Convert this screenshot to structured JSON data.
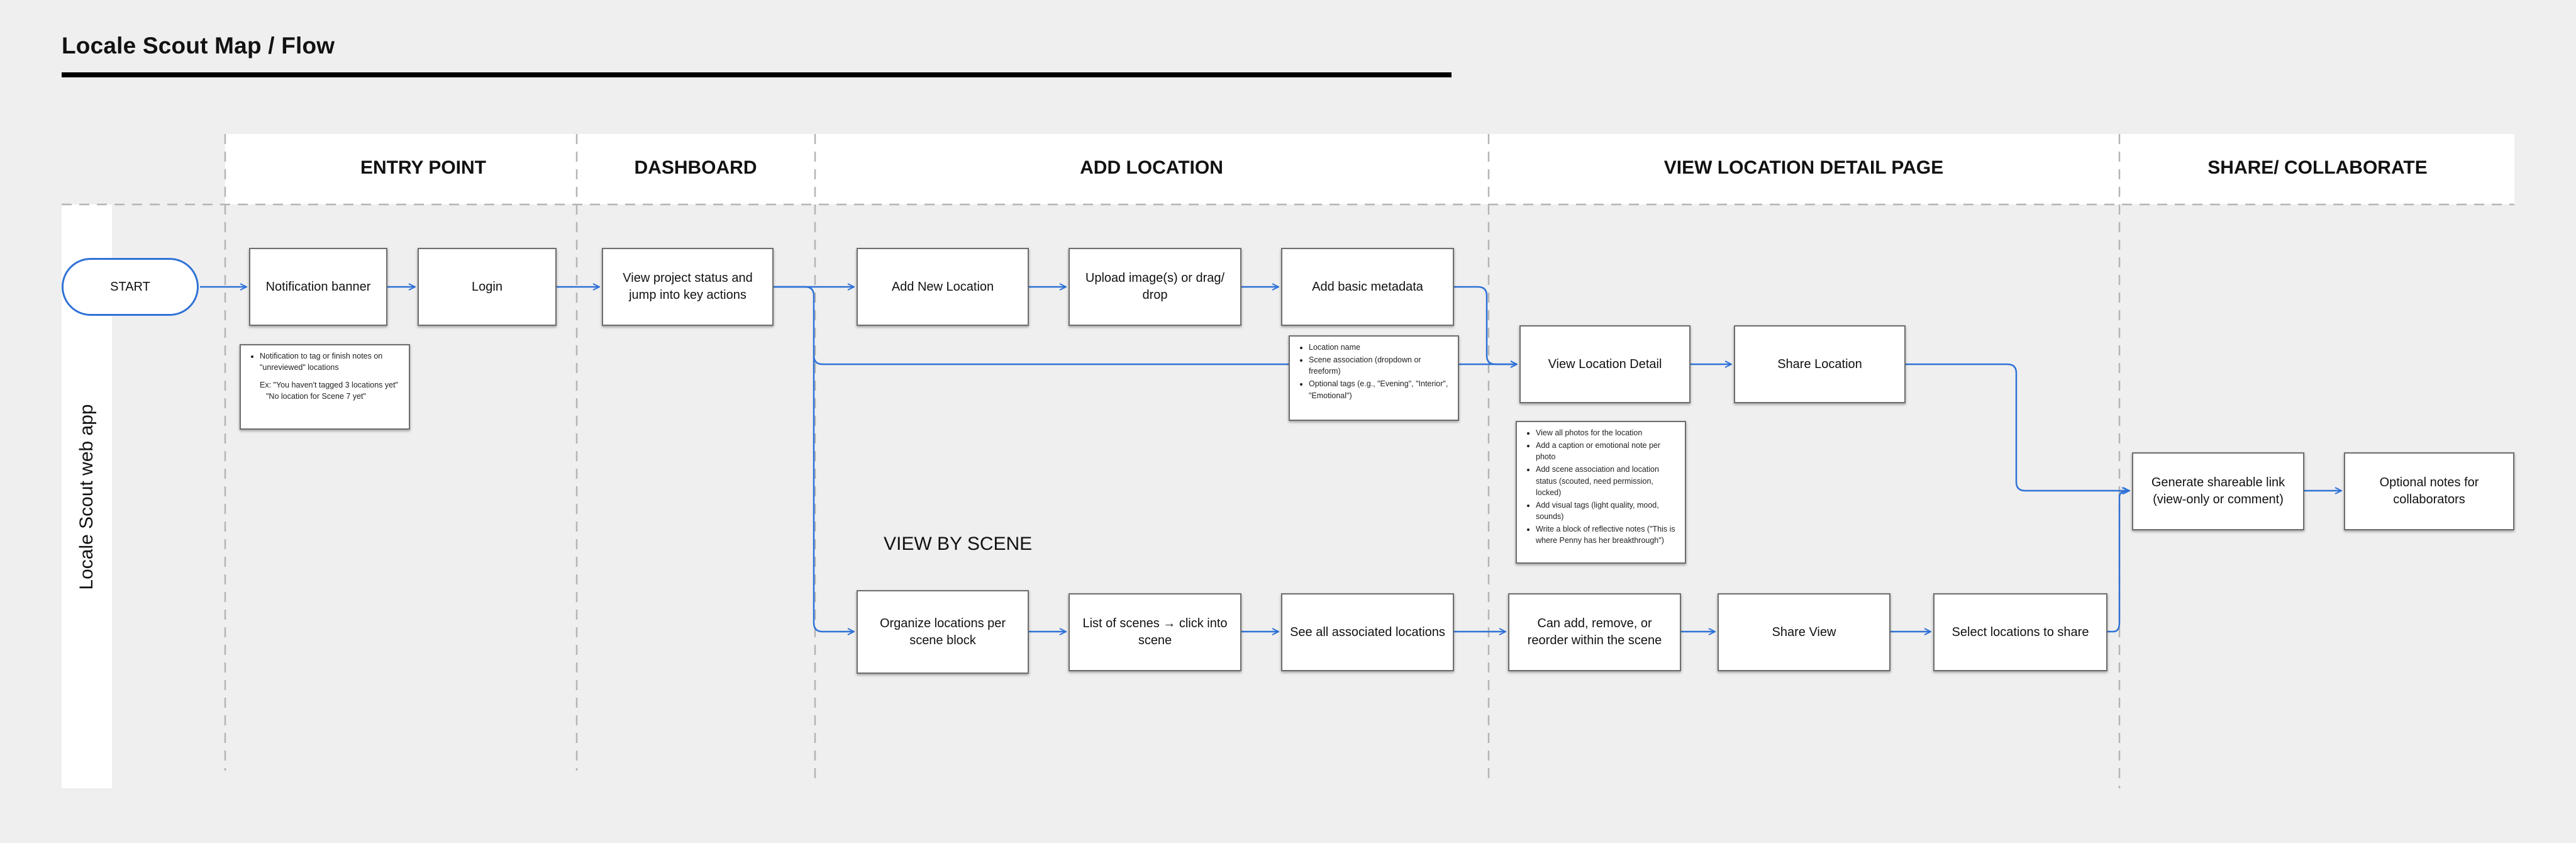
{
  "title": "Locale Scout Map / Flow",
  "side_label": "Locale Scout web app",
  "stages": {
    "entry": "ENTRY POINT",
    "dashboard": "DASHBOARD",
    "add": "ADD LOCATION",
    "view": "VIEW LOCATION DETAIL PAGE",
    "share": "SHARE/ COLLABORATE"
  },
  "section_view_by_scene": "VIEW BY SCENE",
  "nodes": {
    "start": "START",
    "notification_banner": "Notification banner",
    "login": "Login",
    "dashboard": "View project status and jump into key actions",
    "add_new_location": "Add New Location",
    "upload_images": "Upload image(s) or drag/ drop",
    "add_basic_metadata": "Add basic metadata",
    "view_location_detail": "View Location Detail",
    "share_location": "Share Location",
    "generate_link": "Generate shareable link (view-only or comment)",
    "optional_notes": "Optional notes for collaborators",
    "organize_per_scene": "Organize locations per scene block",
    "list_of_scenes": "List of scenes → click into scene",
    "see_associated": "See all associated locations",
    "can_add_remove": "Can add, remove, or reorder within the scene",
    "share_view": "Share View",
    "select_to_share": "Select locations to share"
  },
  "notes": {
    "notification": {
      "bullet": "Notification to tag or finish notes on \"unreviewed\" locations",
      "example_1": "Ex: \"You haven't tagged 3 locations yet\"",
      "example_2": "\"No location for Scene 7 yet\""
    },
    "metadata": [
      "Location name",
      "Scene association (dropdown or freeform)",
      "Optional tags (e.g., \"Evening\", \"Interior\", \"Emotional\")"
    ],
    "detail": [
      "View all photos for the location",
      "Add a caption or emotional note per photo",
      "Add scene association and location status (scouted, need permission, locked)",
      "Add visual tags (light quality, mood, sounds)",
      "Write a block of reflective notes (\"This is where Penny has her breakthrough\")"
    ]
  },
  "colors": {
    "connector": "#2f72d6",
    "background": "#efefef",
    "panel": "#ffffff",
    "divider": "#b5b5b5"
  }
}
